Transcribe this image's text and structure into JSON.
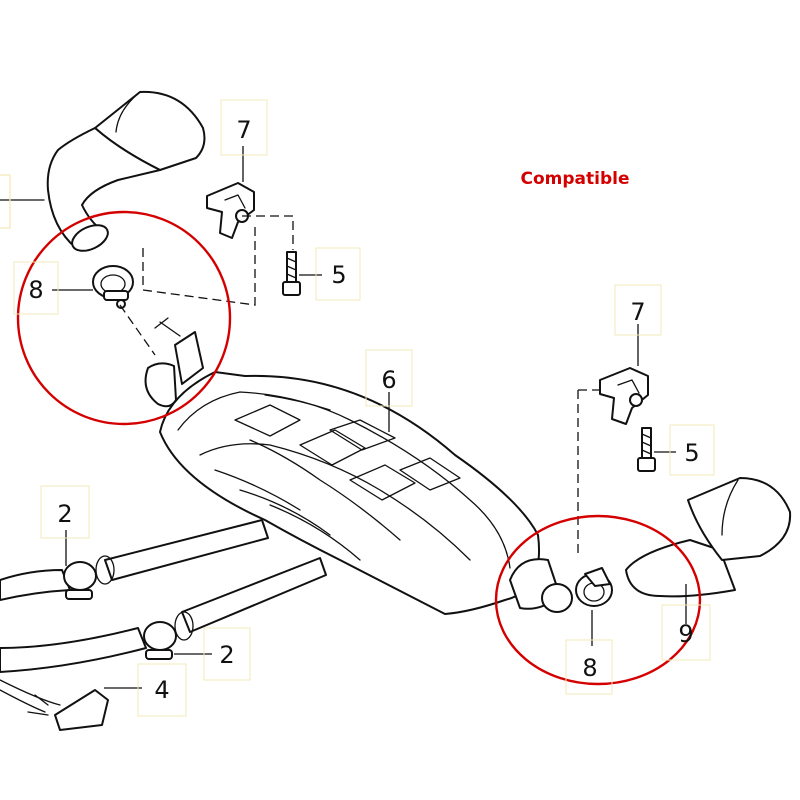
{
  "diagram": {
    "stamp_text": "Compatible",
    "accent_color": "#d40000",
    "line_color": "#111111",
    "callouts": [
      {
        "id": "7-top",
        "label": "7"
      },
      {
        "id": "5-top",
        "label": "5"
      },
      {
        "id": "8-left",
        "label": "8"
      },
      {
        "id": "7-right",
        "label": "7"
      },
      {
        "id": "6",
        "label": "6"
      },
      {
        "id": "5-right",
        "label": "5"
      },
      {
        "id": "2-top",
        "label": "2"
      },
      {
        "id": "2-bottom",
        "label": "2"
      },
      {
        "id": "4",
        "label": "4"
      },
      {
        "id": "8-right",
        "label": "8"
      },
      {
        "id": "9",
        "label": "9"
      }
    ]
  }
}
